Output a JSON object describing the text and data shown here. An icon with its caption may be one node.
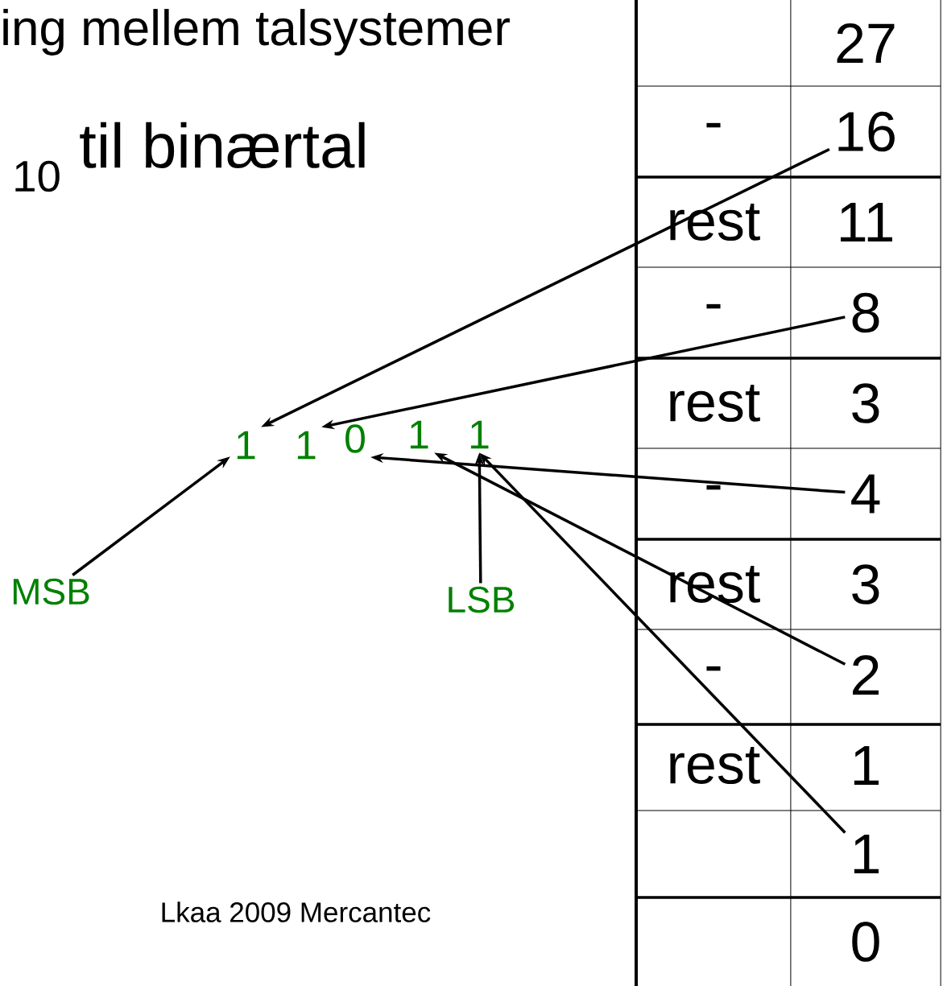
{
  "diagram": {
    "title": "ing mellem talsystemer",
    "nodes": [
      {
        "text": [
          "27"
        ]
      },
      {
        "text": [
          "16"
        ]
      },
      {
        "text": [
          "11"
        ]
      },
      {
        "text": [
          "8"
        ]
      },
      {
        "text": [
          "3"
        ]
      },
      {
        "text": [
          "4"
        ]
      },
      {
        "text": [
          "3"
        ]
      },
      {
        "text": [
          "2"
        ]
      },
      {
        "text": [
          "1"
        ]
      },
      {
        "text": [
          "1"
        ]
      },
      {
        "text": [
          "0"
        ]
      },
      {
        "text": [
          "1"
        ]
      },
      {
        "text": [
          "1"
        ]
      },
      {
        "text": [
          "0"
        ]
      },
      {
        "text": [
          "1"
        ]
      },
      {
        "text": [
          "1"
        ]
      },
      {
        "text": [
          "MSB"
        ]
      },
      {
        "text": [
          "LSB"
        ]
      }
    ],
    "edges": [
      {
        "from": 1,
        "to": 11,
        "arrow": "to"
      },
      {
        "from": 3,
        "to": 12,
        "arrow": "to"
      },
      {
        "from": 5,
        "to": 13,
        "arrow": "to"
      },
      {
        "from": 7,
        "to": 14,
        "arrow": "to"
      },
      {
        "from": 9,
        "to": 15,
        "arrow": "to"
      },
      {
        "from": 16,
        "to": 11,
        "arrow": "to"
      },
      {
        "from": 17,
        "to": 15,
        "arrow": "to"
      }
    ],
    "labels": [
      "$_{10}$ til binærtal",
      "-",
      "rest",
      "-",
      "rest",
      "-",
      "rest",
      "-",
      "rest",
      "Lkaa 2009 Mercantec"
    ]
  }
}
